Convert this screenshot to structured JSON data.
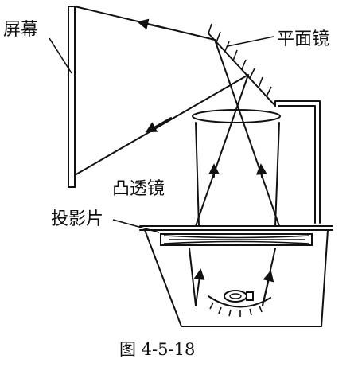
{
  "labels": {
    "screen": "屏幕",
    "mirror": "平面镜",
    "lens": "凸透镜",
    "slide": "投影片"
  },
  "caption": "图 4-5-18"
}
